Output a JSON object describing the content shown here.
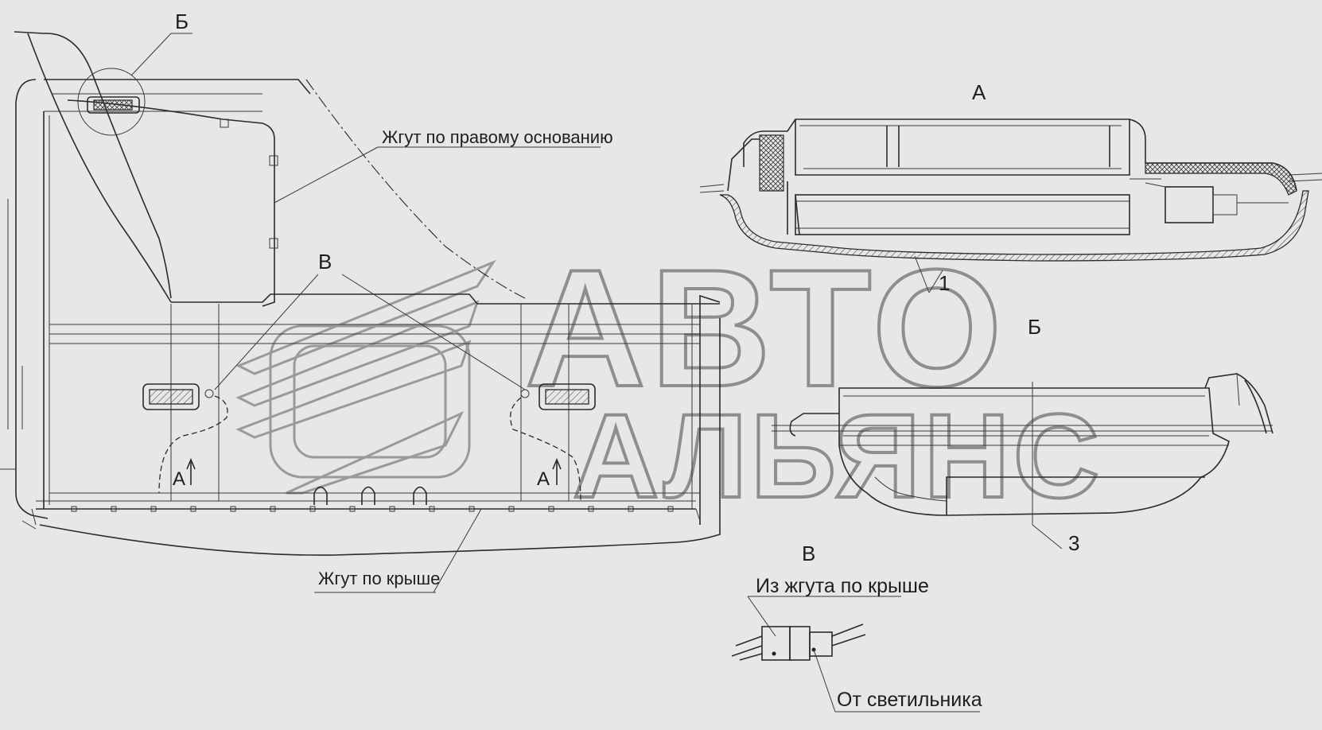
{
  "labels": {
    "view_b_top": "Б",
    "harness_right_base": "Жгут по правому основанию",
    "view_v_left": "В",
    "view_a_left": "А",
    "view_a_right": "А",
    "harness_roof": "Жгут по крыше",
    "section_a_title": "А",
    "callout_1": "1",
    "section_b_title": "Б",
    "callout_3": "3",
    "section_v_title": "В",
    "from_roof_harness": "Из жгута по крыше",
    "from_lamp": "От светильника"
  },
  "watermark": {
    "line1": "АВТО",
    "line2": "АЛЬЯНС"
  }
}
